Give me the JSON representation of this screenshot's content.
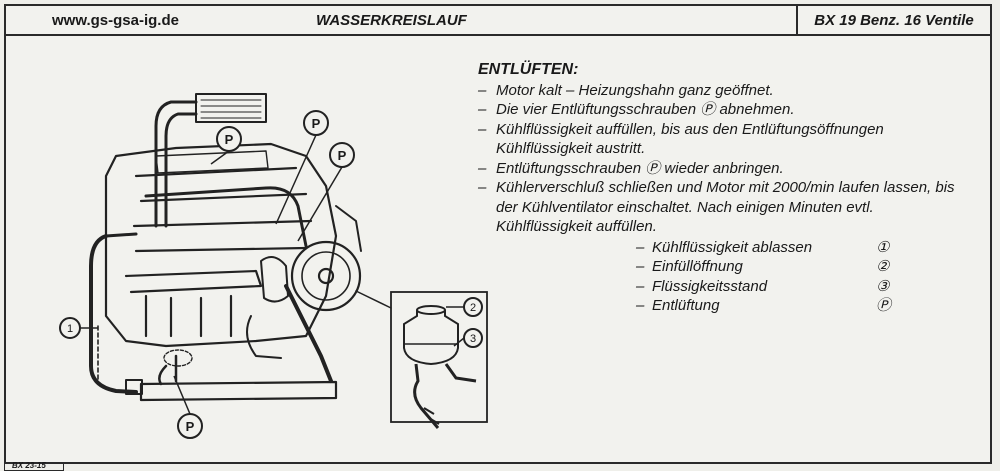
{
  "header": {
    "website": "www.gs-gsa-ig.de",
    "title": "WASSERKREISLAUF",
    "model": "BX 19 Benz. 16 Ventile"
  },
  "section": {
    "title": "ENTLÜFTEN:",
    "steps": [
      "Motor kalt – Heizungshahn ganz geöffnet.",
      "Die vier Entlüftungsschrauben Ⓟ abnehmen.",
      "Kühlflüssigkeit auffüllen, bis aus den Entlüftungsöffnungen Kühlflüssigkeit austritt.",
      "Entlüftungsschrauben Ⓟ wieder anbringen.",
      "Kühlerverschluß schließen und Motor mit 2000/min laufen lassen, bis der Kühlventilator einschaltet. Nach einigen Minuten evtl. Kühlflüssigkeit auffüllen."
    ],
    "dash": "–"
  },
  "legend": [
    {
      "label": "Kühlflüssigkeit ablassen",
      "symbol": "①"
    },
    {
      "label": "Einfüllöffnung",
      "symbol": "②"
    },
    {
      "label": "Flüssigkeitsstand",
      "symbol": "③"
    },
    {
      "label": "Entlüftung",
      "symbol": "Ⓟ"
    }
  ],
  "diagram": {
    "markers": {
      "bleed": "P",
      "drain": "1",
      "filler": "2",
      "level": "3"
    }
  },
  "footer": {
    "page_code": "BX 23-15"
  }
}
